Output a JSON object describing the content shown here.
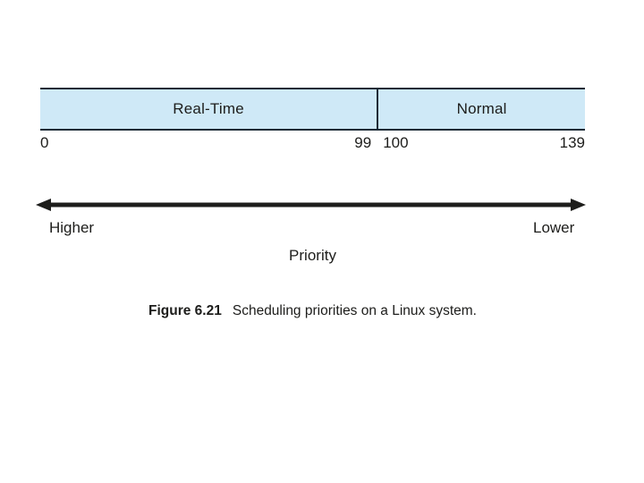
{
  "figure": {
    "bar": {
      "segments": [
        {
          "label": "Real-Time",
          "range_start": "0",
          "range_end": "99"
        },
        {
          "label": "Normal",
          "range_start": "100",
          "range_end": "139"
        }
      ],
      "fill_color": "#cfe9f7",
      "border_color": "#1c2b36"
    },
    "axis": {
      "left_label": "Higher",
      "right_label": "Lower",
      "center_label": "Priority",
      "arrow_color": "#1d1d1b"
    },
    "caption": {
      "label": "Figure 6.21",
      "text": "Scheduling priorities on a Linux system."
    }
  }
}
